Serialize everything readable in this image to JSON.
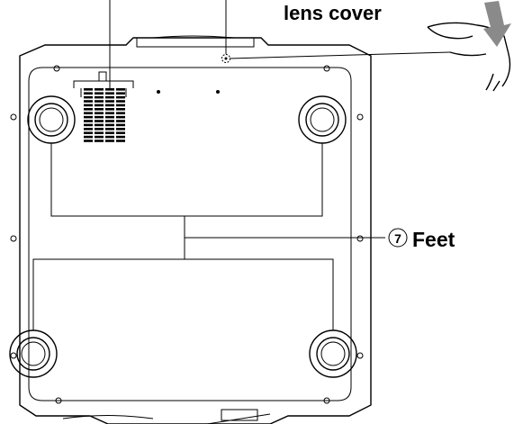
{
  "labels": {
    "lens_cover": "lens cover",
    "feet_number": "⑦",
    "feet": "Feet"
  }
}
